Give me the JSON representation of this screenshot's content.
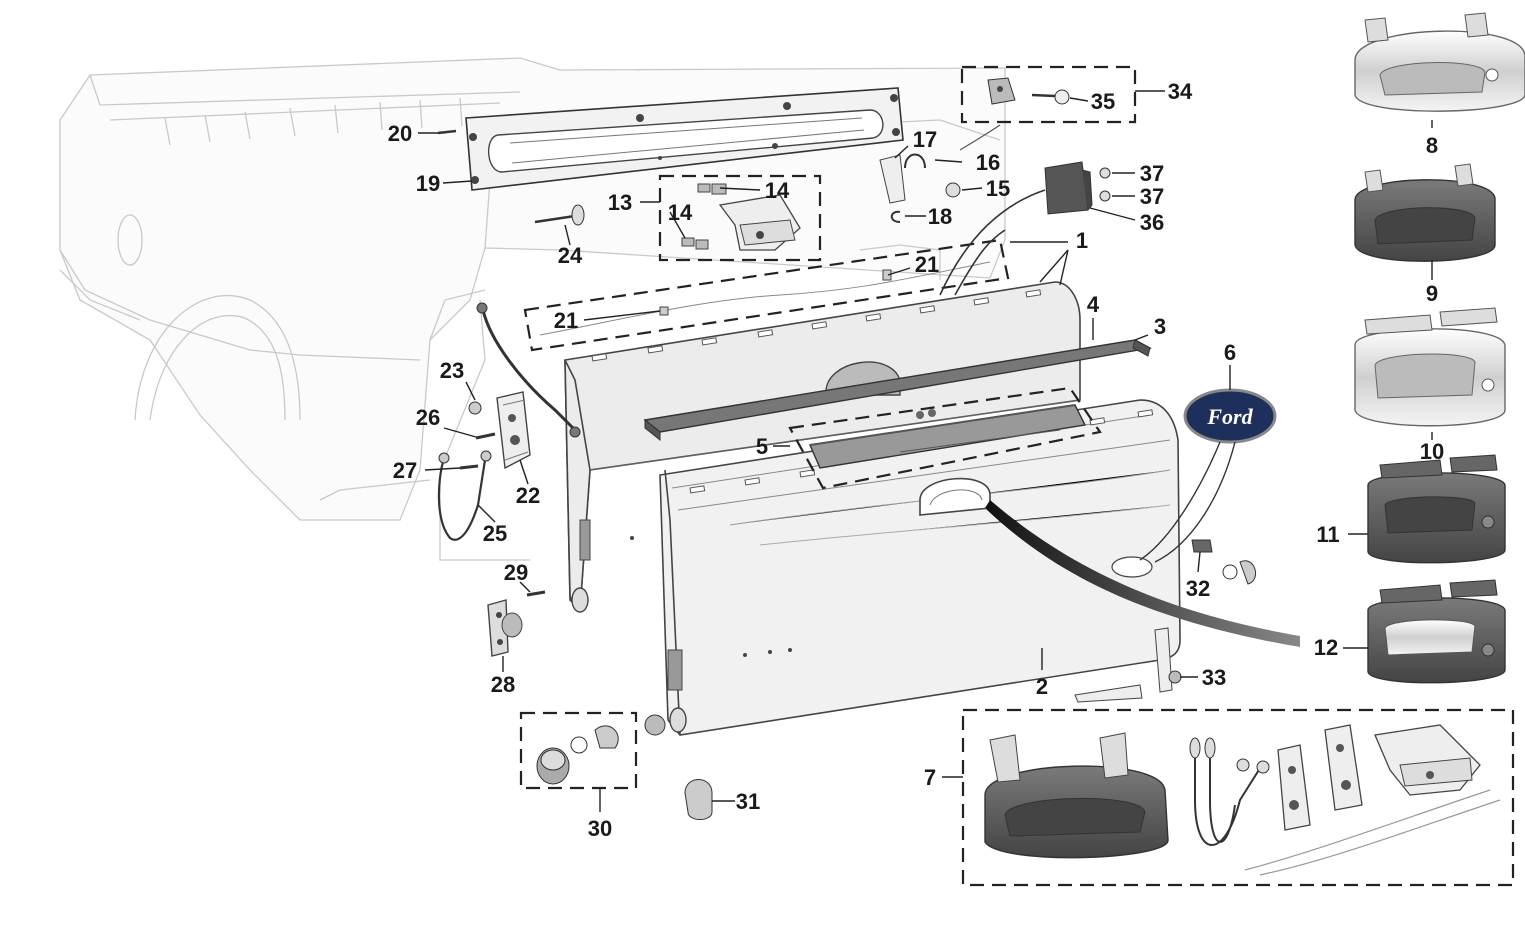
{
  "callouts": {
    "c1": "1",
    "c2": "2",
    "c3": "3",
    "c4": "4",
    "c5": "5",
    "c6": "6",
    "c7": "7",
    "c8": "8",
    "c9": "9",
    "c10": "10",
    "c11": "11",
    "c12": "12",
    "c13": "13",
    "c14a": "14",
    "c14b": "14",
    "c15": "15",
    "c16": "16",
    "c17": "17",
    "c18": "18",
    "c19": "19",
    "c20": "20",
    "c21a": "21",
    "c21b": "21",
    "c22": "22",
    "c23": "23",
    "c24": "24",
    "c25": "25",
    "c26": "26",
    "c27": "27",
    "c28": "28",
    "c29": "29",
    "c30": "30",
    "c31": "31",
    "c32": "32",
    "c33": "33",
    "c34": "34",
    "c35": "35",
    "c36": "36",
    "c37a": "37",
    "c37b": "37"
  },
  "emblem": {
    "text": "Ford"
  },
  "colors": {
    "emblem_blue": "#1f2f5c",
    "dark_handle": "#5a5a5a",
    "ghost_outline": "#c9c9c9"
  }
}
